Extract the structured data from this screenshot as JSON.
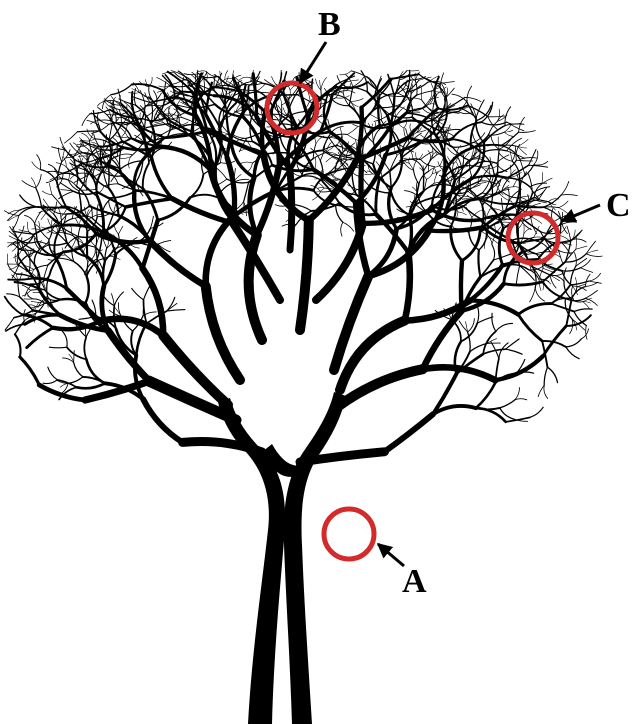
{
  "figure": {
    "background_color": "#ffffff",
    "tree_color": "#000000",
    "marker_color": "#d32b2b",
    "arrow_color": "#000000",
    "icon": "tree-silhouette"
  },
  "callouts": [
    {
      "id": "A",
      "label": "A"
    },
    {
      "id": "B",
      "label": "B"
    },
    {
      "id": "C",
      "label": "C"
    }
  ]
}
